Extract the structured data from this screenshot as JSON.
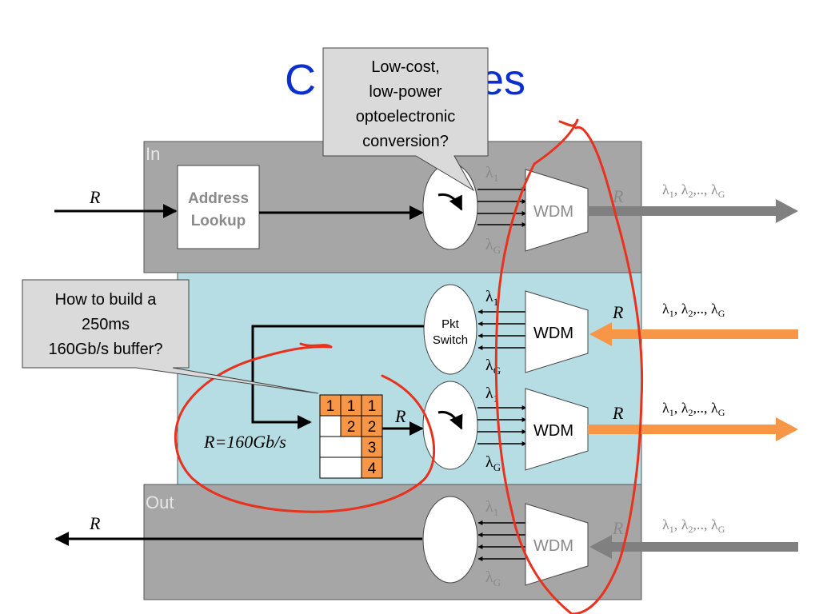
{
  "slide": {
    "title_left": "C",
    "title_right": "es"
  },
  "regions": {
    "in_label": "In",
    "out_label": "Out"
  },
  "blocks": {
    "address_lookup_line1": "Address",
    "address_lookup_line2": "Lookup",
    "pkt_switch_line1": "Pkt",
    "pkt_switch_line2": "Switch",
    "wdm": "WDM"
  },
  "labels": {
    "r": "R",
    "r_rate": "R=160Gb/s",
    "lambda": "λ",
    "sub_1": "1",
    "sub_g": "G",
    "lambda_list": "λ1, λ2,.., λG"
  },
  "buffer": {
    "rows": [
      [
        "1",
        "1",
        "1"
      ],
      [
        "",
        "2",
        "2"
      ],
      [
        "",
        "",
        "3"
      ],
      [
        "",
        "",
        "4"
      ]
    ]
  },
  "callouts": {
    "optoelectronic": [
      "Low-cost,",
      "low-power",
      "optoelectronic",
      "conversion?"
    ],
    "buffer_question": [
      "How to build a",
      "250ms",
      "160Gb/s buffer?"
    ]
  },
  "colors": {
    "gray_box": "#a6a6a6",
    "blue_box": "#b6dde3",
    "orange": "#f79646",
    "gray_arrow": "#808080",
    "red_ink": "#e8321e",
    "title_blue": "#0a2fd0"
  }
}
